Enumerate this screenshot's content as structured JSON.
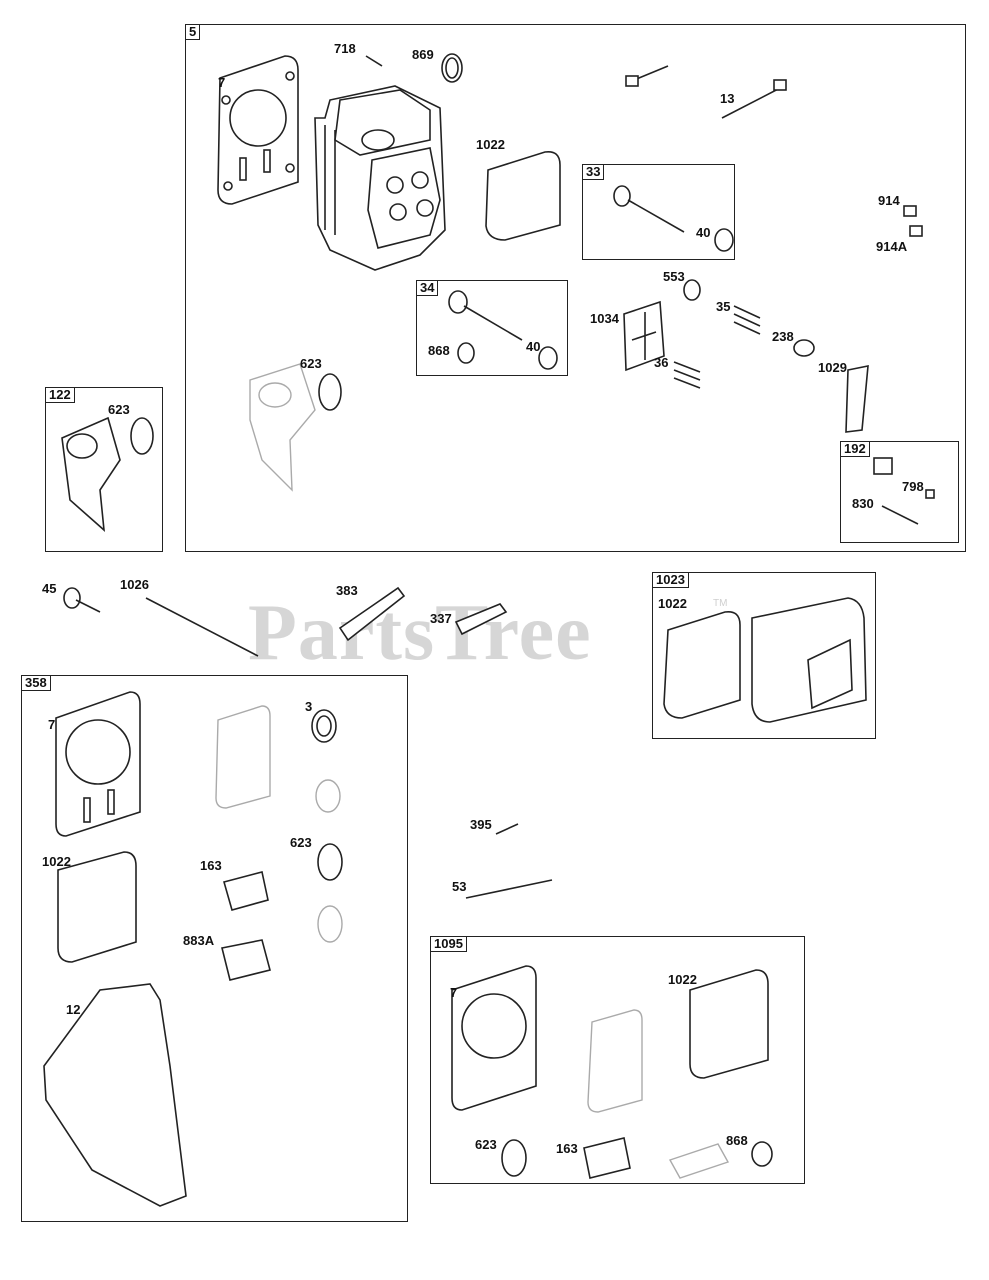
{
  "watermark": {
    "text": "PartsTree",
    "trademark": "TM"
  },
  "groups": {
    "g5": "5",
    "g122": "122",
    "g33": "33",
    "g34": "34",
    "g192": "192",
    "g1023": "1023",
    "g358": "358",
    "g1095": "1095"
  },
  "parts": {
    "p718": "718",
    "p869": "869",
    "p7_top": "7",
    "p13": "13",
    "p1022_top": "1022",
    "p914": "914",
    "p914a": "914A",
    "p40_33": "40",
    "p553": "553",
    "p35": "35",
    "p1034": "1034",
    "p238": "238",
    "p868_34": "868",
    "p40_34": "40",
    "p36": "36",
    "p1029": "1029",
    "p623_5": "623",
    "p623_122": "623",
    "p798": "798",
    "p830": "830",
    "p45": "45",
    "p1026": "1026",
    "p383": "383",
    "p337": "337",
    "p1022_1023": "1022",
    "p7_358": "7",
    "p3": "3",
    "p1022_358": "1022",
    "p163_358": "163",
    "p623_358": "623",
    "p883a": "883A",
    "p12": "12",
    "p395": "395",
    "p53": "53",
    "p7_1095": "7",
    "p1022_1095": "1022",
    "p623_1095": "623",
    "p163_1095": "163",
    "p868_1095": "868"
  }
}
